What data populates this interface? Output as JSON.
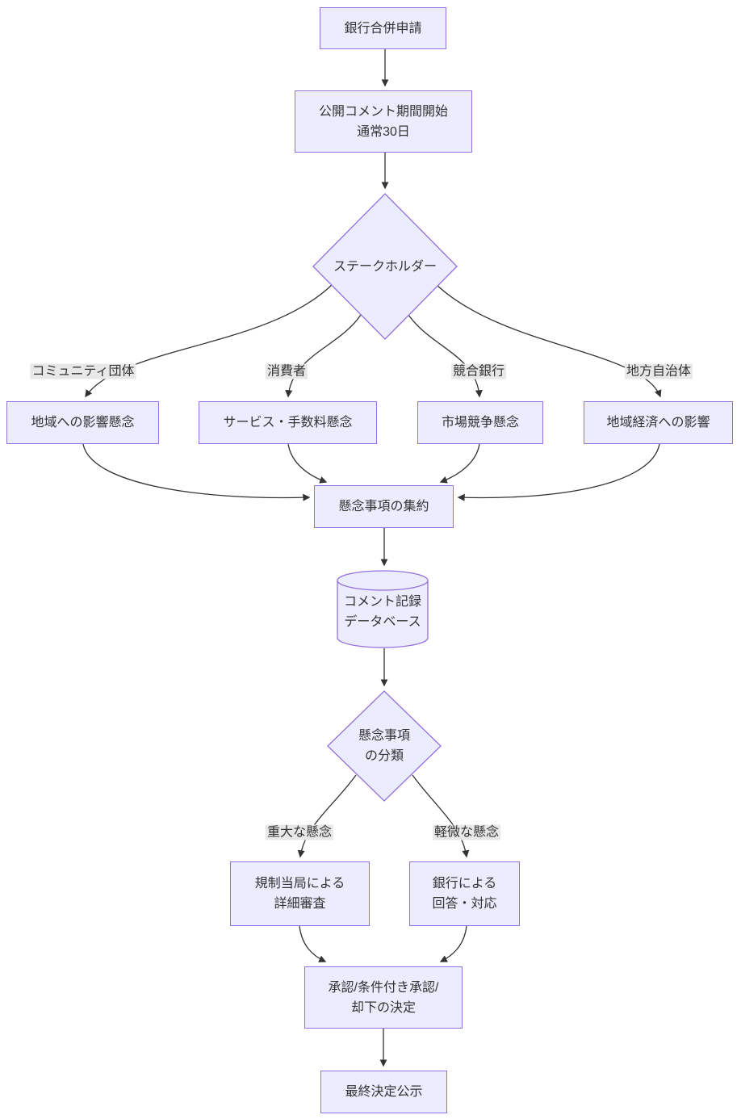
{
  "flowchart": {
    "language": "ja",
    "nodes": {
      "application": {
        "label": "銀行合併申請"
      },
      "comment_period": {
        "line1": "公開コメント期間開始",
        "line2": "通常30日"
      },
      "stakeholder": {
        "label": "ステークホルダー"
      },
      "community_impact": {
        "label": "地域への影響懸念"
      },
      "service_fee": {
        "label": "サービス・手数料懸念"
      },
      "market_competition": {
        "label": "市場競争懸念"
      },
      "regional_economy": {
        "label": "地域経済への影響"
      },
      "aggregate": {
        "label": "懸念事項の集約"
      },
      "comment_database": {
        "line1": "コメント記録",
        "line2": "データベース"
      },
      "classification": {
        "line1": "懸念事項",
        "line2": "の分類"
      },
      "regulator_review": {
        "line1": "規制当局による",
        "line2": "詳細審査"
      },
      "bank_response": {
        "line1": "銀行による",
        "line2": "回答・対応"
      },
      "decision": {
        "line1": "承認/条件付き承認/",
        "line2": "却下の決定"
      },
      "final_announcement": {
        "label": "最終決定公示"
      }
    },
    "edge_labels": {
      "community_groups": "コミュニティ団体",
      "consumers": "消費者",
      "competing_banks": "競合銀行",
      "local_governments": "地方自治体",
      "serious_concern": "重大な懸念",
      "minor_concern": "軽微な懸念"
    },
    "colors": {
      "node_fill": "#ECECFF",
      "node_border": "#9370DB",
      "edge_label_bg": "#e8e8e8",
      "line": "#333333",
      "text": "#333333",
      "background": "#ffffff"
    }
  }
}
